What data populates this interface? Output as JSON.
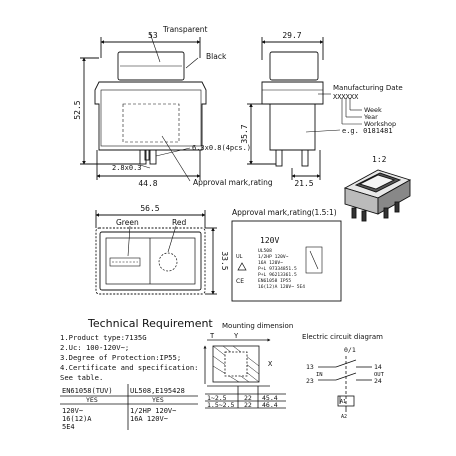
{
  "front": {
    "dim_width": "53",
    "dim_height": "52.5",
    "dim_body": "44.8",
    "label_transparent": "Transparent",
    "label_black": "Black",
    "label_terminal": "6.3x0.8(4pcs.)",
    "label_small": "2.8x0.3",
    "label_approval": "Approval mark,rating"
  },
  "side": {
    "dim_width": "29.7",
    "dim_height": "35.7",
    "dim_base": "21.5",
    "mfg_title": "Manufacturing Date",
    "mfg_code": "XXXXXX",
    "mfg_week": "Week",
    "mfg_year": "Year",
    "mfg_workshop": "Workshop",
    "mfg_eg": "e.g.  0181481"
  },
  "iso": {
    "scale": "1:2"
  },
  "top": {
    "dim_width": "56.5",
    "dim_height": "33.5",
    "label_green": "Green",
    "label_red": "Red"
  },
  "approval": {
    "title": "Approval mark,rating(1.5:1)",
    "voltage": "120V",
    "lines": [
      "UL508",
      "1/2HP 120V~",
      "16A 120V~",
      "P+L 97334851.5",
      "P+L 96213361.5",
      "EN61058 IP55",
      "16(12)A 120V~ 5E4"
    ]
  },
  "tech": {
    "title": "Technical Requirement",
    "items": [
      "1.Product type:7135G",
      "2.Uc: 100-120V~;",
      "3.Degree of Protection:IP55;",
      "4.Certificate and specification:",
      "  See table."
    ]
  },
  "table": {
    "headers": [
      "EN61058(TUV)",
      "UL508,E195428"
    ],
    "yes": [
      "YES",
      "YES"
    ],
    "left": [
      "120V~",
      "16(12)A",
      "5E4"
    ],
    "right": [
      "1/2HP  120V~",
      "16A  120V~"
    ]
  },
  "mounting": {
    "title": "Mounting dimension",
    "T": "T",
    "Y": "Y",
    "X": "X",
    "rows": [
      [
        "1~2.5",
        "22",
        "45.4"
      ],
      [
        "1.5~2.5",
        "22",
        "46.4"
      ]
    ]
  },
  "circuit": {
    "title": "Electric circuit diagram",
    "state": "0/1",
    "t13": "13",
    "t14": "14",
    "t23": "23",
    "t24": "24",
    "in": "IN",
    "out": "OUT",
    "a1": "A1",
    "a2": "A2"
  }
}
